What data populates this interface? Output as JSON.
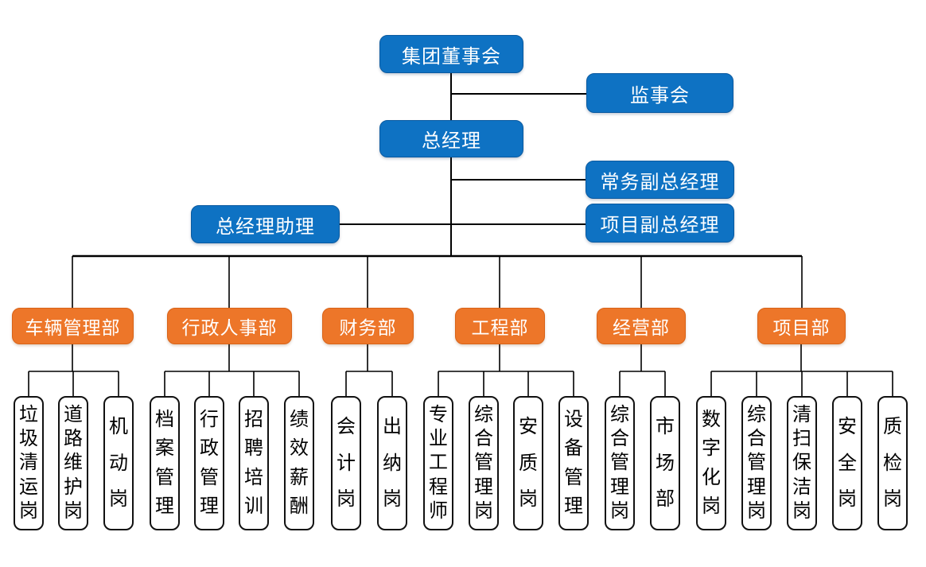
{
  "chart": {
    "type": "org-chart",
    "executive": {
      "board": "集团董事会",
      "supervisory_board": "监事会",
      "general_manager": "总经理",
      "executive_deputy_gm": "常务副总经理",
      "gm_assistant": "总经理助理",
      "project_deputy_gm": "项目副总经理"
    },
    "departments": [
      {
        "label": "车辆管理部",
        "children": [
          "垃圾清运岗",
          "道路维护岗",
          "机动岗"
        ]
      },
      {
        "label": "行政人事部",
        "children": [
          "档案管理",
          "行政管理",
          "招聘培训",
          "绩效薪酬"
        ]
      },
      {
        "label": "财务部",
        "children": [
          "会计岗",
          "出纳岗"
        ]
      },
      {
        "label": "工程部",
        "children": [
          "专业工程师",
          "综合管理岗",
          "安质岗",
          "设备管理"
        ]
      },
      {
        "label": "经营部",
        "children": [
          "综合管理岗",
          "市场部"
        ]
      },
      {
        "label": "项目部",
        "children": [
          "数字化岗",
          "综合管理岗",
          "清扫保洁岗",
          "安全岗",
          "质检岗"
        ]
      }
    ],
    "colors": {
      "node_blue": "#0E72C3",
      "node_blue_border": "#0A5AA0",
      "node_orange": "#ED7629",
      "node_orange_border": "#D86318",
      "connector": "#000000",
      "post_border": "#111111",
      "background": "#FFFFFF"
    }
  }
}
